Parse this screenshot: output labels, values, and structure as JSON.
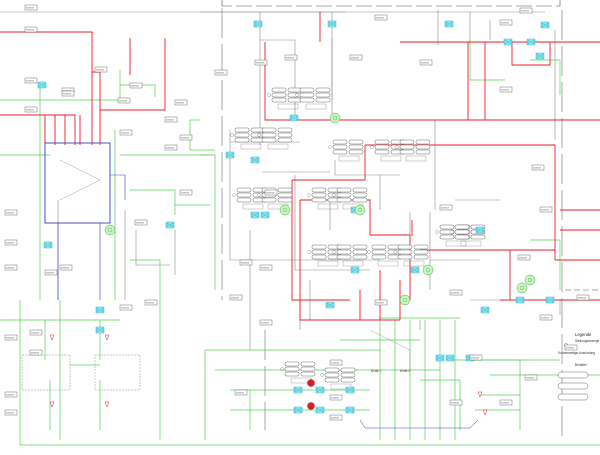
{
  "diagram": {
    "type": "process-flow-diagram",
    "language": "German",
    "colors": {
      "main_line": "#e8202a",
      "secondary_line": "#55d255",
      "utility_line": "#8a8a8a",
      "control_boundary": "#3a3acb",
      "valve_fill": "#8fe8f0",
      "valve_stroke": "#1aa7c4",
      "pump_fill": "#c8f5c0",
      "heater_accent": "#d42020",
      "frame_dash": "#555555"
    },
    "labels": {
      "end_1": "Ende 1",
      "end_2": "Ende 2",
      "legend_title": "Legende",
      "legend_subtitle": "Stellungsanzeige",
      "legend_section": "Behälter",
      "customer_note": "Kundenseitige Ausrüstung",
      "tag_placeholder": "XXXXXX"
    },
    "legend": {
      "items": [
        "Legende",
        "Stellungsanzeige",
        "Behälter"
      ]
    },
    "equipment_groups": {
      "tank_pairs": 14,
      "control_valves": 34,
      "pumps": 8,
      "heaters": 2
    }
  }
}
